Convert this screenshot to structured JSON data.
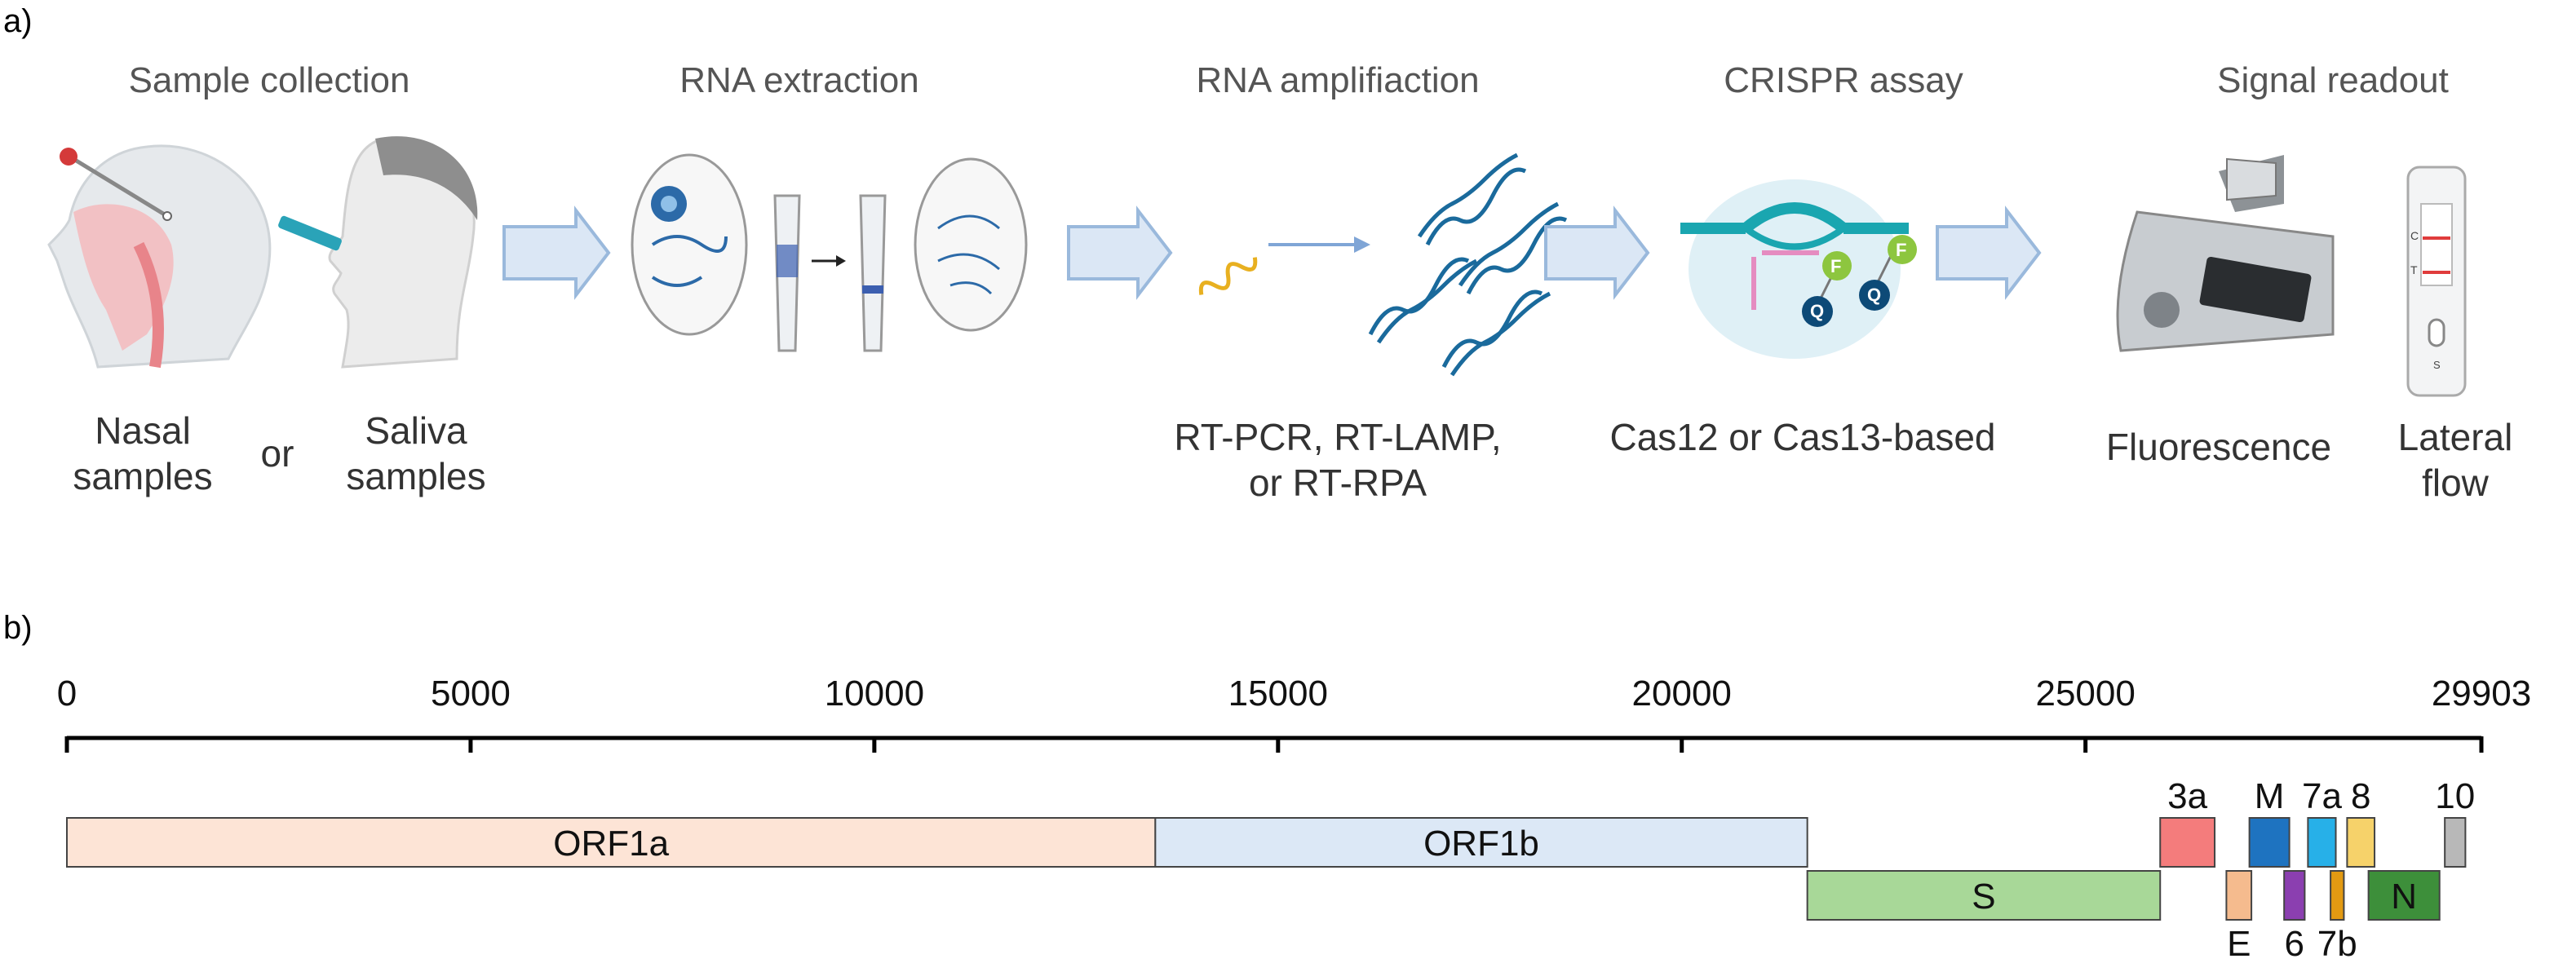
{
  "panel_a": {
    "label": "a)",
    "steps": [
      {
        "title": "Sample collection"
      },
      {
        "title": "RNA extraction"
      },
      {
        "title": "RNA amplifiaction"
      },
      {
        "title": "CRISPR assay"
      },
      {
        "title": "Signal readout"
      }
    ],
    "captions": {
      "nasal": "Nasal\nsamples",
      "or": "or",
      "saliva": "Saliva\nsamples",
      "amplification": "RT-PCR, RT-LAMP,\nor RT-RPA",
      "crispr": "Cas12 or Cas13-based",
      "fluorescence": "Fluorescence",
      "lateral": "Lateral\nflow"
    },
    "strip_marks": {
      "c": "C",
      "t": "T",
      "s": "S"
    },
    "reporter_letters": {
      "f": "F",
      "q": "Q"
    }
  },
  "panel_b": {
    "label": "b)",
    "axis": {
      "min": 0,
      "max": 29903,
      "ticks": [
        0,
        5000,
        10000,
        15000,
        20000,
        25000,
        29903
      ]
    },
    "genes": [
      {
        "name": "ORF1a",
        "start": 0,
        "end": 13480,
        "row": 0,
        "color": "#fde4d6",
        "label_pos": "inside"
      },
      {
        "name": "ORF1b",
        "start": 13480,
        "end": 21555,
        "row": 0,
        "color": "#dce8f6",
        "label_pos": "inside"
      },
      {
        "name": "S",
        "start": 21555,
        "end": 25925,
        "row": 1,
        "color": "#a8d898",
        "label_pos": "inside"
      },
      {
        "name": "3a",
        "start": 25925,
        "end": 26600,
        "row": 0,
        "color": "#f47c7c",
        "label_pos": "above"
      },
      {
        "name": "E",
        "start": 26745,
        "end": 27055,
        "row": 1,
        "color": "#f5bb8e",
        "label_pos": "below"
      },
      {
        "name": "M",
        "start": 27030,
        "end": 27525,
        "row": 0,
        "color": "#1e73c0",
        "label_pos": "above"
      },
      {
        "name": "6",
        "start": 27460,
        "end": 27715,
        "row": 1,
        "color": "#8b3fb0",
        "label_pos": "below"
      },
      {
        "name": "7a",
        "start": 27755,
        "end": 28100,
        "row": 0,
        "color": "#27b0e8",
        "label_pos": "above"
      },
      {
        "name": "7b",
        "start": 28035,
        "end": 28200,
        "row": 1,
        "color": "#e39a12",
        "label_pos": "below"
      },
      {
        "name": "8",
        "start": 28240,
        "end": 28580,
        "row": 0,
        "color": "#f6d26a",
        "label_pos": "above"
      },
      {
        "name": "N",
        "start": 28505,
        "end": 29385,
        "row": 1,
        "color": "#3d8f3a",
        "label_pos": "inside"
      },
      {
        "name": "10",
        "start": 29450,
        "end": 29705,
        "row": 0,
        "color": "#b8b8b8",
        "label_pos": "above"
      }
    ]
  },
  "colors": {
    "arrow_fill": "#dbe7f5",
    "arrow_stroke": "#9ab9dc",
    "dna": "#1a6a9c",
    "teal": "#1aa6b0",
    "green_dot": "#8dc63f",
    "navy_dot": "#0d4a77"
  }
}
